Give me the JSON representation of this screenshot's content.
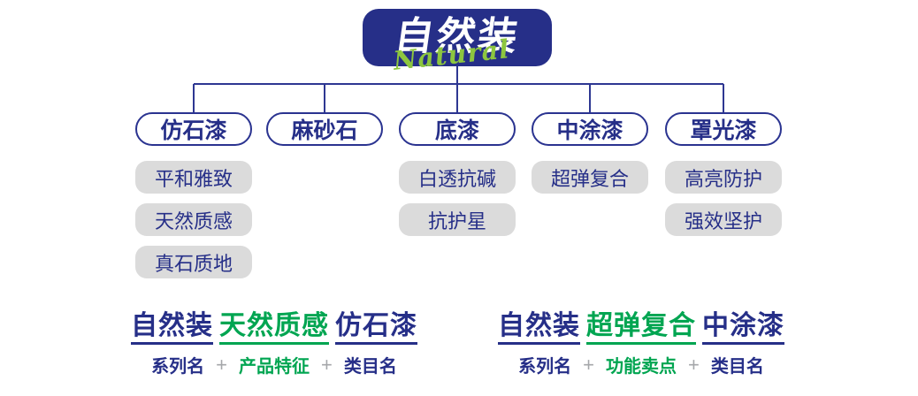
{
  "colors": {
    "blue": "#262F88",
    "green": "#00A551",
    "lime": "#8DC63F",
    "gray_box": "#DBDBDB",
    "gray_plus": "#A5A7AA",
    "line": "#2E3792",
    "cat_border": "#2A3390"
  },
  "logo": {
    "title": "自然装",
    "subtitle": "Natural"
  },
  "tree": {
    "columns": [
      {
        "category": "仿石漆",
        "features": [
          "平和雅致",
          "天然质感",
          "真石质地"
        ]
      },
      {
        "category": "麻砂石",
        "features": []
      },
      {
        "category": "底漆",
        "features": [
          "白透抗碱",
          "抗护星"
        ]
      },
      {
        "category": "中涂漆",
        "features": [
          "超弹复合"
        ]
      },
      {
        "category": "罩光漆",
        "features": [
          "高亮防护",
          "强效坚护"
        ]
      }
    ]
  },
  "examples": [
    {
      "segments": [
        {
          "text": "自然装",
          "role": "series"
        },
        {
          "text": "天然质感",
          "role": "feature"
        },
        {
          "text": "仿石漆",
          "role": "category"
        }
      ],
      "labels": [
        {
          "text": "系列名",
          "role": "series"
        },
        {
          "text": "+",
          "role": "plus"
        },
        {
          "text": "产品特征",
          "role": "feature"
        },
        {
          "text": "+",
          "role": "plus"
        },
        {
          "text": "类目名",
          "role": "category"
        }
      ]
    },
    {
      "segments": [
        {
          "text": "自然装",
          "role": "series"
        },
        {
          "text": "超弹复合",
          "role": "feature"
        },
        {
          "text": "中涂漆",
          "role": "category"
        }
      ],
      "labels": [
        {
          "text": "系列名",
          "role": "series"
        },
        {
          "text": "+",
          "role": "plus"
        },
        {
          "text": "功能卖点",
          "role": "feature"
        },
        {
          "text": "+",
          "role": "plus"
        },
        {
          "text": "类目名",
          "role": "category"
        }
      ]
    }
  ]
}
